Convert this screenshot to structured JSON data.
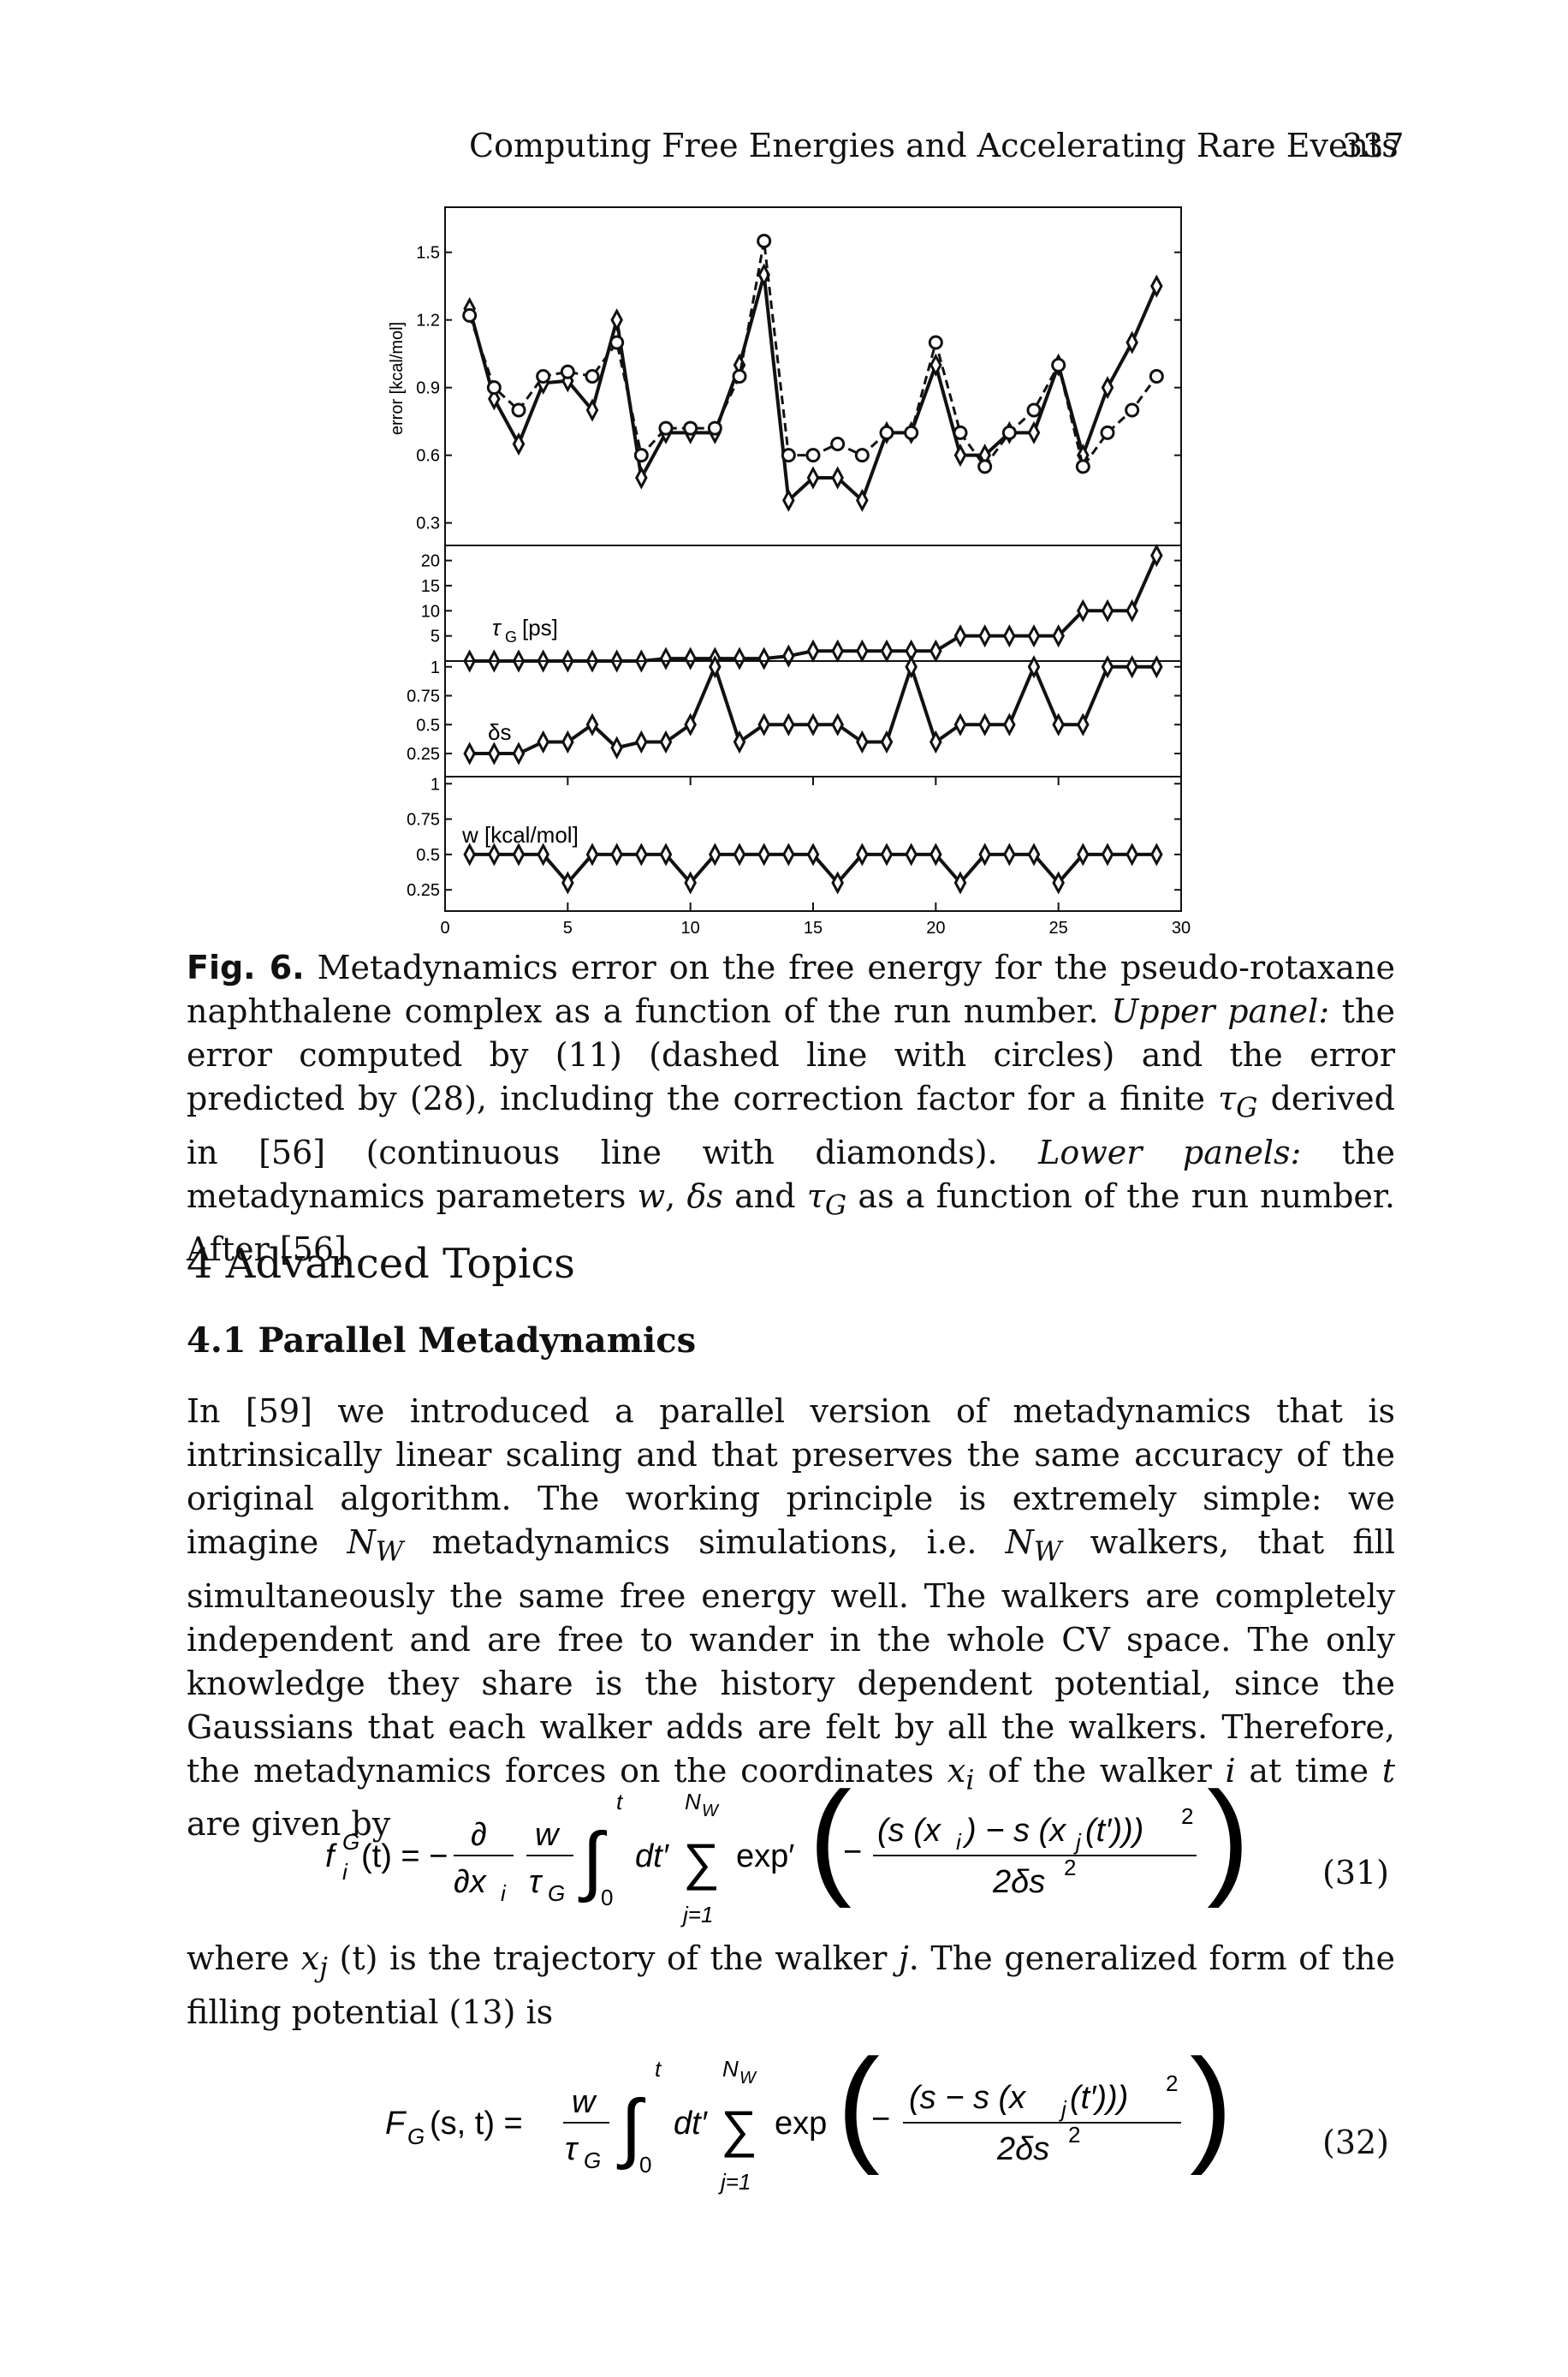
{
  "header": {
    "running_title": "Computing Free Energies and Accelerating Rare Events",
    "page_number": "337"
  },
  "chart_data": [
    {
      "type": "line",
      "panel": "upper",
      "ylabel": "error [kcal/mol]",
      "yticks": [
        "1.5",
        "1.2",
        "0.9",
        "0.6",
        "0.3"
      ],
      "ylim": [
        0.2,
        1.7
      ],
      "xlim": [
        0,
        30
      ],
      "series": [
        {
          "style": "continuous line with diamonds",
          "x": [
            1,
            2,
            3,
            4,
            5,
            6,
            7,
            8,
            9,
            10,
            11,
            12,
            13,
            14,
            15,
            16,
            17,
            18,
            19,
            20,
            21,
            22,
            23,
            24,
            25,
            26,
            27,
            28,
            29
          ],
          "values": [
            1.25,
            0.85,
            0.65,
            0.92,
            0.93,
            0.8,
            1.2,
            0.5,
            0.7,
            0.7,
            0.7,
            1.0,
            1.4,
            0.4,
            0.5,
            0.5,
            0.4,
            0.7,
            0.7,
            1.0,
            0.6,
            0.6,
            0.7,
            0.7,
            1.0,
            0.6,
            0.9,
            1.1,
            1.35
          ]
        },
        {
          "style": "dashed line with circles",
          "x": [
            1,
            2,
            3,
            4,
            5,
            6,
            7,
            8,
            9,
            10,
            11,
            12,
            13,
            14,
            15,
            16,
            17,
            18,
            19,
            20,
            21,
            22,
            23,
            24,
            25,
            26,
            27,
            28,
            29
          ],
          "values": [
            1.22,
            0.9,
            0.8,
            0.95,
            0.97,
            0.95,
            1.1,
            0.6,
            0.72,
            0.72,
            0.72,
            0.95,
            1.55,
            0.6,
            0.6,
            0.65,
            0.6,
            0.7,
            0.7,
            1.1,
            0.7,
            0.55,
            0.7,
            0.8,
            1.0,
            0.55,
            0.7,
            0.8,
            0.95
          ]
        }
      ]
    },
    {
      "type": "line",
      "panel": "tauG",
      "label": "τ",
      "label_sub": "G",
      "label_unit": "[ps]",
      "yticks": [
        "20",
        "15",
        "10",
        "5"
      ],
      "ylim": [
        0,
        23
      ],
      "xlim": [
        0,
        30
      ],
      "x": [
        1,
        2,
        3,
        4,
        5,
        6,
        7,
        8,
        9,
        10,
        11,
        12,
        13,
        14,
        15,
        16,
        17,
        18,
        19,
        20,
        21,
        22,
        23,
        24,
        25,
        26,
        27,
        28,
        29
      ],
      "values": [
        0,
        0,
        0,
        0,
        0,
        0,
        0,
        0,
        0.5,
        0.5,
        0.5,
        0.5,
        0.5,
        1,
        2,
        2,
        2,
        2,
        2,
        2,
        5,
        5,
        5,
        5,
        5,
        10,
        10,
        10,
        21
      ]
    },
    {
      "type": "line",
      "panel": "delta_s",
      "label": "δs",
      "yticks": [
        "1",
        "0.75",
        "0.5",
        "0.25"
      ],
      "ylim": [
        0.05,
        1.05
      ],
      "xlim": [
        0,
        30
      ],
      "x": [
        1,
        2,
        3,
        4,
        5,
        6,
        7,
        8,
        9,
        10,
        11,
        12,
        13,
        14,
        15,
        16,
        17,
        18,
        19,
        20,
        21,
        22,
        23,
        24,
        25,
        26,
        27,
        28,
        29
      ],
      "values": [
        0.25,
        0.25,
        0.25,
        0.35,
        0.35,
        0.5,
        0.3,
        0.35,
        0.35,
        0.5,
        1,
        0.35,
        0.5,
        0.5,
        0.5,
        0.5,
        0.35,
        0.35,
        1,
        0.35,
        0.5,
        0.5,
        0.5,
        1,
        0.5,
        0.5,
        1,
        1,
        1
      ]
    },
    {
      "type": "line",
      "panel": "w",
      "label": "w [kcal/mol]",
      "yticks": [
        "1",
        "0.75",
        "0.5",
        "0.25"
      ],
      "ylim": [
        0.1,
        1.05
      ],
      "xlim": [
        0,
        30
      ],
      "xticks": [
        "0",
        "5",
        "10",
        "15",
        "20",
        "25",
        "30"
      ],
      "x": [
        1,
        2,
        3,
        4,
        5,
        6,
        7,
        8,
        9,
        10,
        11,
        12,
        13,
        14,
        15,
        16,
        17,
        18,
        19,
        20,
        21,
        22,
        23,
        24,
        25,
        26,
        27,
        28,
        29
      ],
      "values": [
        0.5,
        0.5,
        0.5,
        0.5,
        0.3,
        0.5,
        0.5,
        0.5,
        0.5,
        0.3,
        0.5,
        0.5,
        0.5,
        0.5,
        0.5,
        0.3,
        0.5,
        0.5,
        0.5,
        0.5,
        0.3,
        0.5,
        0.5,
        0.5,
        0.3,
        0.5,
        0.5,
        0.5,
        0.5
      ]
    }
  ],
  "caption": {
    "label": "Fig. 6.",
    "t1": " Metadynamics error on the free energy for the pseudo-rotaxane naphthalene complex as a function of the run number. ",
    "upper_label": "Upper panel:",
    "t2": " the error computed by (11) (dashed line with circles) and the error predicted by (28), including the correction factor for a finite ",
    "tau": "τ",
    "tau_sub": "G",
    "t3": " derived in [56] (continuous line with diamonds). ",
    "lower_label": "Lower panels:",
    "t4": " the metadynamics parameters ",
    "w": "w",
    "comma": ", ",
    "ds": "δs",
    "and": " and ",
    "t5": " as a function of the run number. After [56]"
  },
  "section": {
    "number_title": "4 Advanced Topics"
  },
  "subsection": {
    "number_title": "4.1 Parallel Metadynamics"
  },
  "body": {
    "p1": "In [59] we introduced a parallel version of metadynamics that is intrinsically linear scaling and that preserves the same accuracy of the original algorithm. The working principle is extremely simple: we imagine ",
    "NW": "N",
    "NW_sub": "W",
    "p2": " metadynamics simulations, i.e. ",
    "p3": " walkers, that fill simultaneously the same free energy well. The walkers are completely independent and are free to wander in the whole CV space. The only knowledge they share is the history dependent potential, since the Gaussians that each walker adds are felt by all the walkers. Therefore, the metadynamics forces on the coordinates ",
    "xi": "x",
    "xi_sub": "i",
    "p4": " of the walker ",
    "i": "i",
    "p5": " at time ",
    "t": "t",
    "p6": " are given by"
  },
  "equations": {
    "eq31": {
      "lhs": "f",
      "lhs_sup": "G",
      "lhs_sub": "i",
      "lhs_arg": "(t) = −",
      "num_partial": "∂",
      "den_partial": "∂x",
      "den_partial_sub": "i",
      "w": "w",
      "tau": "τ",
      "tau_sub": "G",
      "int_upper": "t",
      "int_lower": "0",
      "dt": "dt′",
      "sum_upper": "N",
      "sum_upper_sub": "W",
      "sum_lower": "j=1",
      "exp": "exp′",
      "frac_num": "(s (x",
      "frac_num_mid": ") − s (x",
      "frac_num_end": " (t′)))",
      "frac_den": "2δs",
      "number": "(31)"
    },
    "where_text_1": "where ",
    "where_xj": "x",
    "where_xj_sub": "j",
    "where_text_2": " (t) is the trajectory of the walker ",
    "where_j": "j",
    "where_text_3": ". The generalized form of the filling potential (13) is",
    "eq32": {
      "lhs": "F",
      "lhs_sub": "G",
      "lhs_arg": "(s, t) =",
      "w": "w",
      "tau": "τ",
      "tau_sub": "G",
      "int_upper": "t",
      "int_lower": "0",
      "dt": "dt′",
      "sum_upper": "N",
      "sum_upper_sub": "W",
      "sum_lower": "j=1",
      "exp": "exp",
      "frac_num": "(s − s (x",
      "frac_num_end": " (t′)))",
      "frac_den": "2δs",
      "number": "(32)"
    }
  }
}
